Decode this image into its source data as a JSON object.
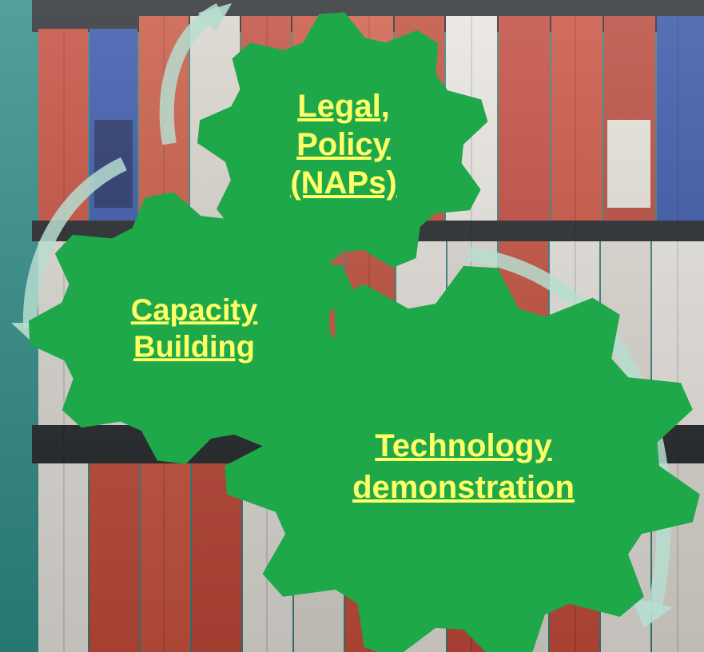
{
  "diagram": {
    "colors": {
      "gear": "#1ea84a",
      "label": "#ffff66",
      "arrow": "#b7ddd0"
    },
    "gears": [
      {
        "id": "legal-policy",
        "lines": [
          "Legal,",
          "Policy",
          "(NAPs)"
        ]
      },
      {
        "id": "capacity-building",
        "lines": [
          "Capacity",
          "Building"
        ]
      },
      {
        "id": "technology-demonstration",
        "lines": [
          "Technology",
          "demonstration"
        ]
      }
    ]
  }
}
